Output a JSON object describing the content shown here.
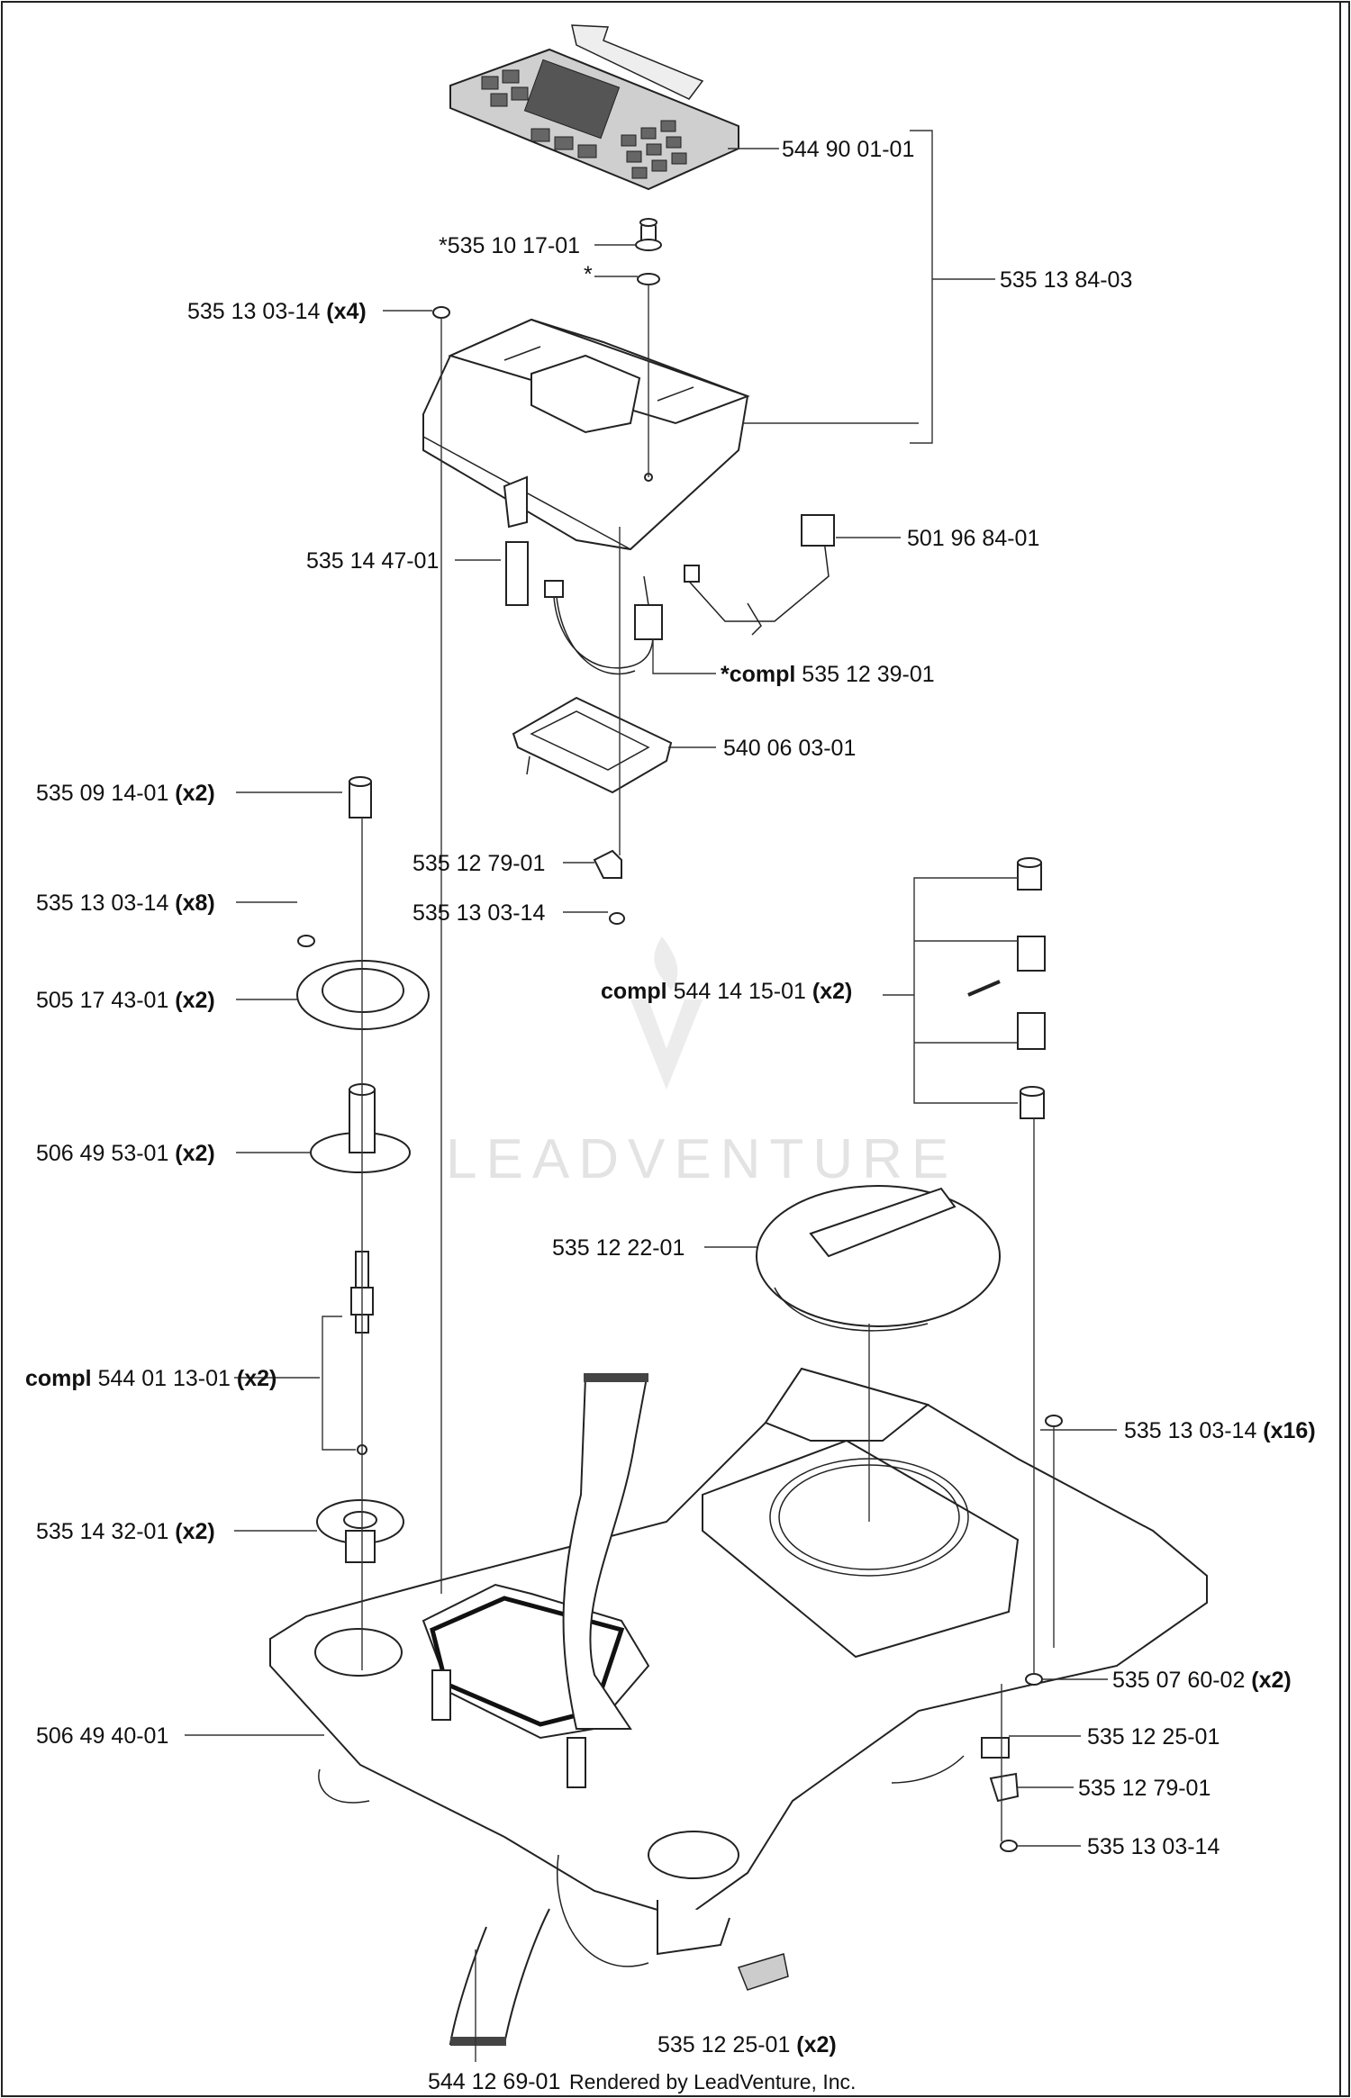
{
  "labels": [
    {
      "id": "l1",
      "part": "544 90 01-01",
      "qty": ""
    },
    {
      "id": "l2",
      "part": "*535 10 17-01",
      "qty": ""
    },
    {
      "id": "l3",
      "part": "*",
      "qty": ""
    },
    {
      "id": "l4",
      "part": "535 13 84-03",
      "qty": ""
    },
    {
      "id": "l5",
      "part": "535 13 03-14 ",
      "qty": "(x4)"
    },
    {
      "id": "l6",
      "part": "501 96 84-01",
      "qty": ""
    },
    {
      "id": "l7",
      "part": "535 14 47-01",
      "qty": ""
    },
    {
      "id": "l8",
      "part": "*compl",
      "qty": " 535 12 39-01",
      "bold_first": true
    },
    {
      "id": "l9",
      "part": "540 06 03-01",
      "qty": ""
    },
    {
      "id": "l10",
      "part": "535 09 14-01 ",
      "qty": "(x2)"
    },
    {
      "id": "l11",
      "part": "535 12 79-01",
      "qty": ""
    },
    {
      "id": "l12",
      "part": "535 13 03-14 ",
      "qty": "(x8)"
    },
    {
      "id": "l13",
      "part": "535 13 03-14",
      "qty": ""
    },
    {
      "id": "l14",
      "part": "505 17 43-01 ",
      "qty": "(x2)"
    },
    {
      "id": "l15",
      "part": "compl",
      "qty": " 544 14 15-01 ",
      "qty2": "(x2)",
      "bold_first": true
    },
    {
      "id": "l16",
      "part": "506 49 53-01 ",
      "qty": "(x2)"
    },
    {
      "id": "l17",
      "part": "535 12 22-01",
      "qty": ""
    },
    {
      "id": "l18",
      "part": "compl",
      "qty": " 544 01 13-01 ",
      "qty2": "(x2)",
      "bold_first": true
    },
    {
      "id": "l19",
      "part": "535 13 03-14 ",
      "qty": "(x16)"
    },
    {
      "id": "l20",
      "part": "535 14 32-01 ",
      "qty": "(x2)"
    },
    {
      "id": "l21",
      "part": "535 07 60-02 ",
      "qty": "(x2)"
    },
    {
      "id": "l22",
      "part": "506 49 40-01",
      "qty": ""
    },
    {
      "id": "l23",
      "part": "535 12 25-01",
      "qty": ""
    },
    {
      "id": "l24",
      "part": "535 12 79-01",
      "qty": ""
    },
    {
      "id": "l25",
      "part": "535 13 03-14",
      "qty": ""
    },
    {
      "id": "l26",
      "part": "535 12 25-01 ",
      "qty": "(x2)"
    },
    {
      "id": "l27",
      "part": "544 12 69-01",
      "qty": ""
    }
  ],
  "watermark": "LEADVENTURE",
  "footer": "Rendered by LeadVenture, Inc."
}
